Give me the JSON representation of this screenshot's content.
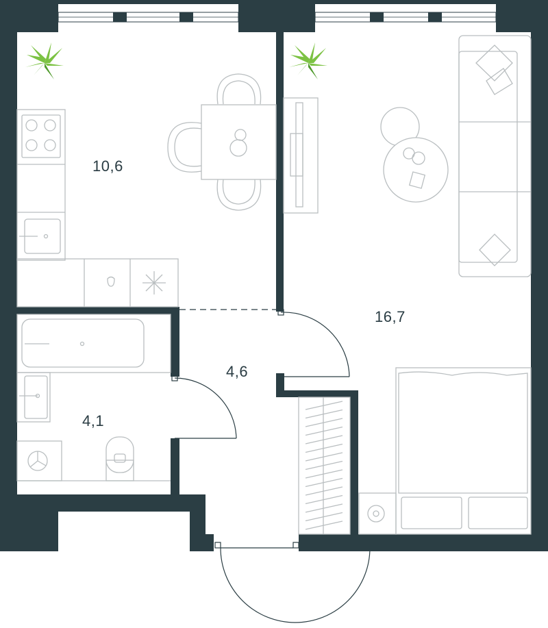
{
  "plan": {
    "rooms": [
      {
        "id": "kitchen",
        "area": "10,6"
      },
      {
        "id": "living-bedroom",
        "area": "16,7"
      },
      {
        "id": "hallway",
        "area": "4,6"
      },
      {
        "id": "bathroom",
        "area": "4,1"
      }
    ],
    "colors": {
      "walls": "#2b3e44",
      "furniture": "#b9bec0",
      "plants": "#7cc243",
      "text": "#2a3c43"
    }
  }
}
